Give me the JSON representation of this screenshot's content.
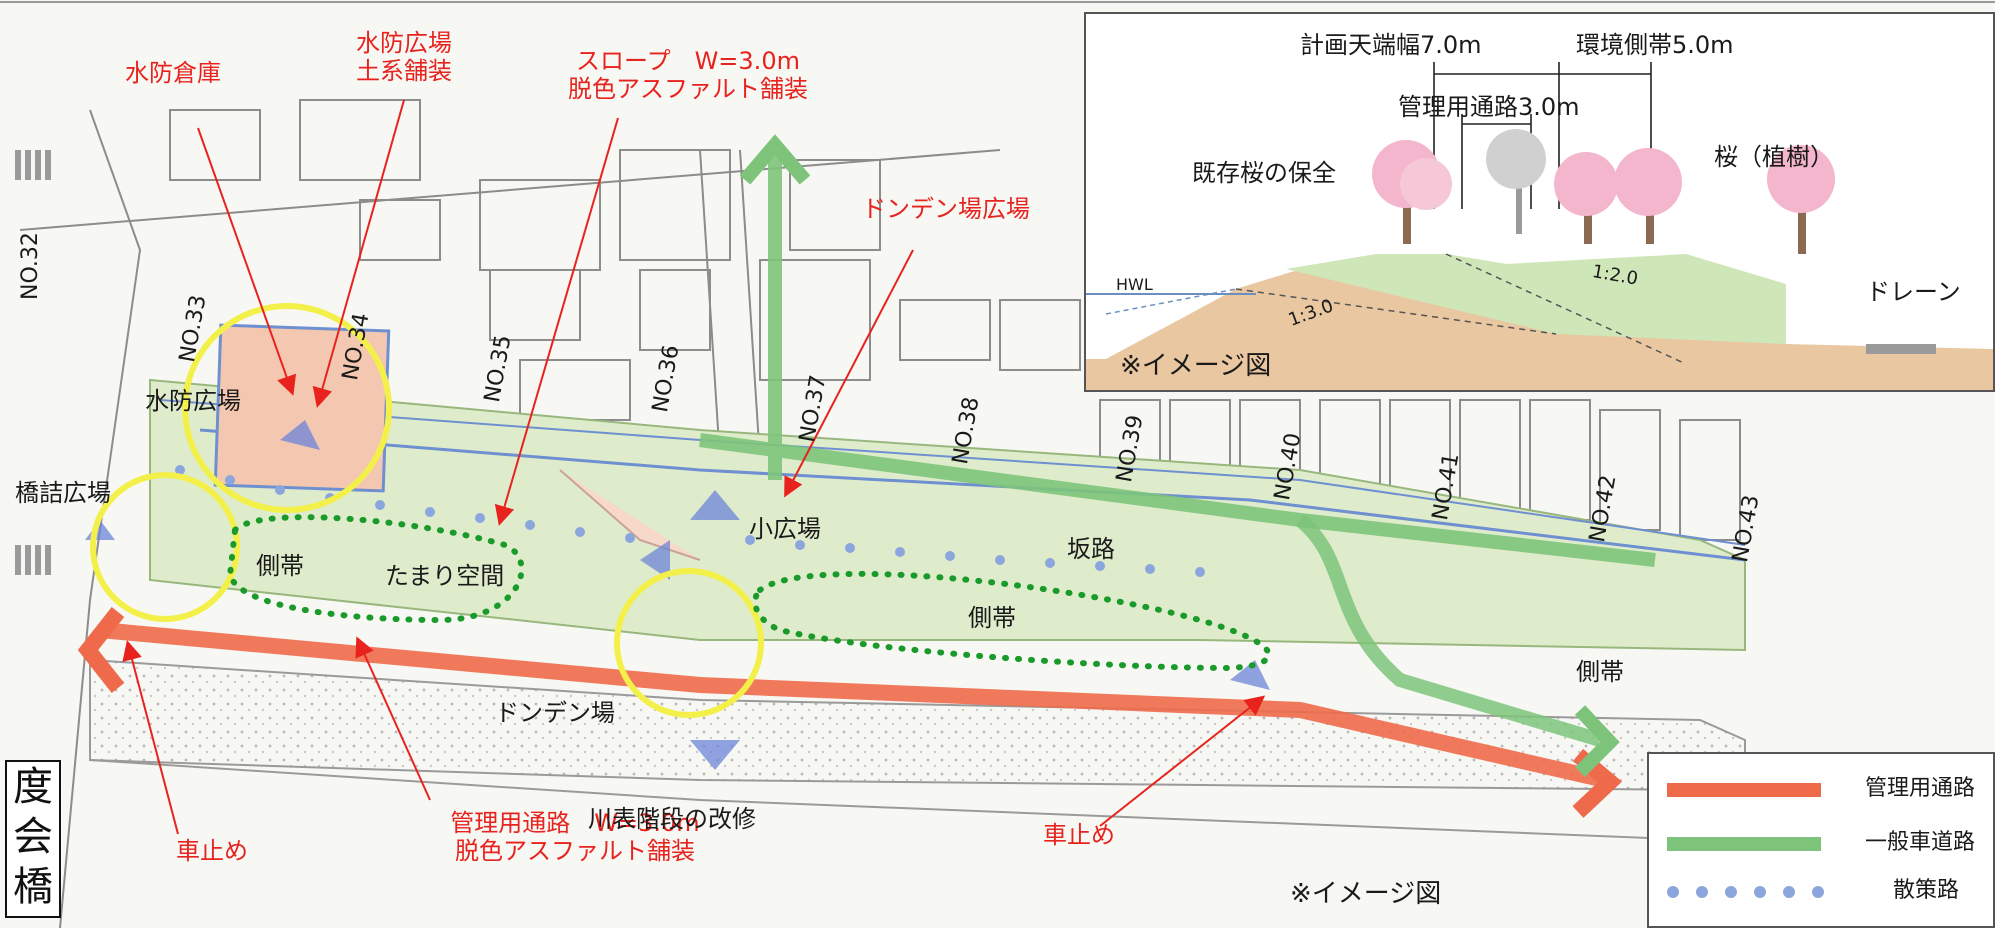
{
  "plan": {
    "callouts": {
      "suibou_souko": "水防倉庫",
      "suibou_hiroba_pave_1": "水防広場",
      "suibou_hiroba_pave_2": "土系舗装",
      "slope_1": "スロープ　W=3.0m",
      "slope_2": "脱色アスファルト舗装",
      "donden_hiroba": "ドンデン場広場",
      "kanri_1": "管理用通路　W=3.0m",
      "kanri_2": "脱色アスファルト舗装",
      "kurumadome_left": "車止め",
      "kurumadome_right": "車止め"
    },
    "areas": {
      "suibou_hiroba": "水防広場",
      "hashizume_hiroba": "橋詰広場",
      "sokutai_1": "側帯",
      "tamari": "たまり空間",
      "ko_hiroba": "小広場",
      "sakamichi": "坂路",
      "sokutai_2": "側帯",
      "sokutai_3": "側帯",
      "donden": "ドンデン場",
      "kaidan": "川表階段の改修"
    },
    "stations": [
      "NO.32",
      "NO.33",
      "NO.34",
      "NO.35",
      "NO.36",
      "NO.37",
      "NO.38",
      "NO.39",
      "NO.40",
      "NO.41",
      "NO.42",
      "NO.43"
    ],
    "bridge_name": [
      "度",
      "会",
      "橋"
    ],
    "image_note": "※イメージ図"
  },
  "section": {
    "top_width": "計画天端幅7.0m",
    "env_belt": "環境側帯5.0m",
    "mgmt_road": "管理用通路3.0m",
    "existing_sakura": "既存桜の保全",
    "planted_sakura": "桜（植樹）",
    "hwl": "HWL",
    "drain": "ドレーン",
    "slope_a": "1:3.0",
    "slope_b": "1:2.0",
    "image_note": "※イメージ図"
  },
  "legend": [
    {
      "label": "管理用通路",
      "color": "#ef6a4a",
      "style": "solid"
    },
    {
      "label": "一般車道路",
      "color": "#7dc47a",
      "style": "solid"
    },
    {
      "label": "散策路",
      "color": "#8aa6dd",
      "style": "dotted"
    }
  ],
  "colors": {
    "callout_red": "#e8231e",
    "circle_yellow": "#f3f04a",
    "green_dots": "#1a9a2a",
    "blue_arrow": "#6c84d8"
  }
}
